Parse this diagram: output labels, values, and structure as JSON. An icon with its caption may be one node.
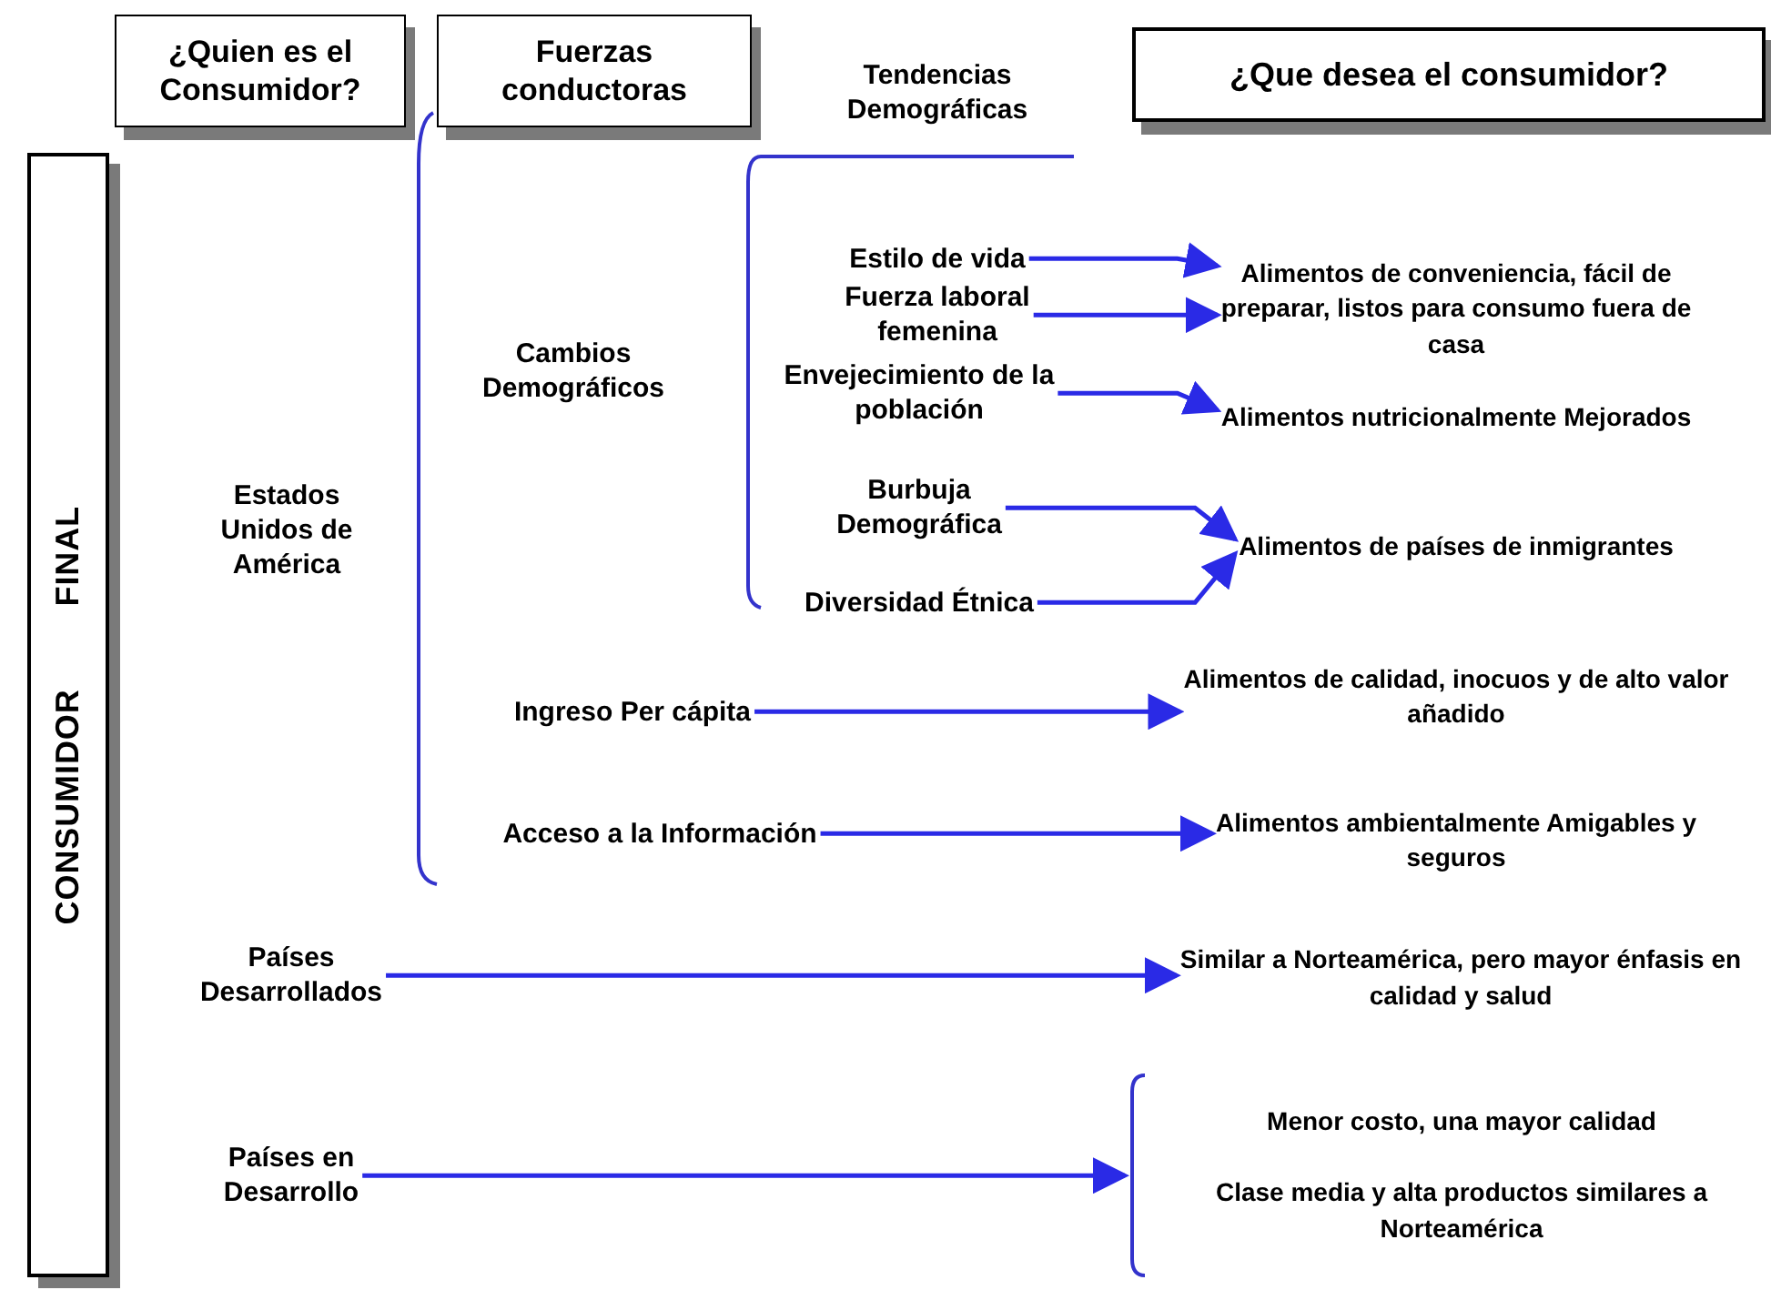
{
  "diagram": {
    "nodes": [
      {
        "text": [
          "¿Quien es el Consumidor?"
        ]
      },
      {
        "text": [
          "Fuerzas conductoras"
        ]
      },
      {
        "text": [
          "¿Que desea el consumidor?"
        ]
      },
      {
        "text": [
          "CONSUMIDOR FINAL"
        ]
      },
      {
        "text": [
          "Estados Unidos de América"
        ]
      },
      {
        "text": [
          "Cambios Demográficos"
        ]
      },
      {
        "text": [
          "Estilo de vida"
        ]
      },
      {
        "text": [
          "Fuerza laboral femenina"
        ]
      },
      {
        "text": [
          "Envejecimiento de la población"
        ]
      },
      {
        "text": [
          "Burbuja Demográfica"
        ]
      },
      {
        "text": [
          "Diversidad Étnica"
        ]
      },
      {
        "text": [
          "Ingreso Per cápita"
        ]
      },
      {
        "text": [
          "Acceso a la Información"
        ]
      },
      {
        "text": [
          "Países Desarrollados"
        ]
      },
      {
        "text": [
          "Países en Desarrollo"
        ]
      },
      {
        "text": [
          "Alimentos de conveniencia, fácil de preparar, listos para consumo fuera de casa"
        ]
      },
      {
        "text": [
          "Alimentos nutricionalmente Mejorados"
        ]
      },
      {
        "text": [
          "Alimentos de países de inmigrantes"
        ]
      },
      {
        "text": [
          "Alimentos de calidad, inocuos y de alto valor añadido"
        ]
      },
      {
        "text": [
          "Alimentos ambientalmente Amigables y seguros"
        ]
      },
      {
        "text": [
          "Similar a Norteamérica, pero mayor énfasis en calidad y salud"
        ]
      },
      {
        "text": [
          "Menor costo, una mayor calidad",
          "Clase media y alta productos similares a Norteamérica"
        ]
      }
    ],
    "edges": [
      {
        "from": 6,
        "to": 15,
        "arrow": "to"
      },
      {
        "from": 7,
        "to": 15,
        "arrow": "to"
      },
      {
        "from": 8,
        "to": 16,
        "arrow": "to"
      },
      {
        "from": 9,
        "to": 17,
        "arrow": "to"
      },
      {
        "from": 10,
        "to": 17,
        "arrow": "to"
      },
      {
        "from": 11,
        "to": 18,
        "arrow": "to"
      },
      {
        "from": 12,
        "to": 19,
        "arrow": "to"
      },
      {
        "from": 13,
        "to": 20,
        "arrow": "to"
      },
      {
        "from": 14,
        "to": 21,
        "arrow": "to"
      }
    ],
    "labels": [
      "Tendencias Demográficas"
    ]
  }
}
